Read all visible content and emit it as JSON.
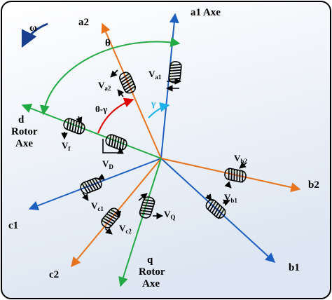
{
  "labels": {
    "omega": "ω",
    "theta": "θ",
    "theta_minus_gamma": "θ-γ",
    "gamma": "γ",
    "a1": "a1 Axe",
    "a2": "a2",
    "b1": "b1",
    "b2": "b2",
    "c1": "c1",
    "c2": "c2",
    "d_line1": "d",
    "d_line2": "Rotor",
    "d_line3": "Axe",
    "q_line1": "q",
    "q_line2": "Rotor",
    "q_line3": "Axe"
  },
  "voltages": {
    "va1": {
      "main": "V",
      "sub": "a1"
    },
    "va2": {
      "main": "V",
      "sub": "a2"
    },
    "vb1": {
      "main": "V",
      "sub": "b1"
    },
    "vb2": {
      "main": "V",
      "sub": "b2"
    },
    "vc1": {
      "main": "V",
      "sub": "c1"
    },
    "vc2": {
      "main": "V",
      "sub": "c2"
    },
    "vf": {
      "main": "V",
      "sub": "f"
    },
    "vd": {
      "main": "V",
      "sub": "D"
    },
    "vq": {
      "main": "V",
      "sub": "Q"
    }
  },
  "colors": {
    "set1_axes": "#1f5fbf",
    "set2_axes": "#e8741e",
    "rotor_axes": "#22aa44",
    "theta_minus_gamma_arc": "#e00000",
    "gamma_arc": "#1ab0e8",
    "omega_arrow": "#1a3f8f",
    "background_top": "#ffffff",
    "background_bottom": "#dde6f2",
    "coil": "#000000"
  }
}
